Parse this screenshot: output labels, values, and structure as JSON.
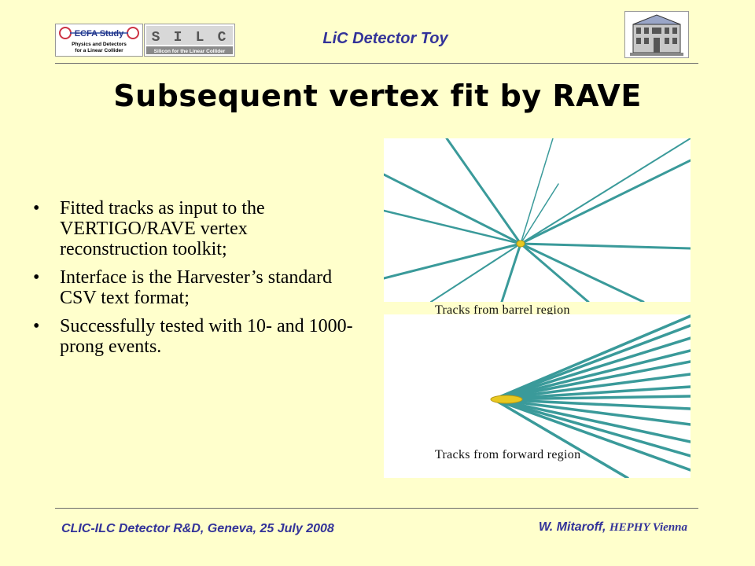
{
  "header": {
    "title": "LiC Detector Toy",
    "logo_ecfa": {
      "name": "ECFA Study",
      "subtitle_line1": "Physics and Detectors",
      "subtitle_line2": "for a Linear Collider"
    },
    "logo_silc": {
      "letters": [
        "S",
        "I",
        "L",
        "C"
      ],
      "subtitle": "Silicon for the Linear Collider"
    }
  },
  "slide": {
    "title": "Subsequent vertex fit by RAVE",
    "bullets": [
      {
        "text": "Fitted tracks as input to the VERTIGO/RAVE vertex reconstruction toolkit;"
      },
      {
        "text": "Interface is the Harvester’s standard CSV text format;"
      },
      {
        "text": "Successfully tested with 10- and 1000-prong events."
      }
    ],
    "bullet_glyph": "•",
    "images": {
      "barrel_caption": "Tracks from barrel region",
      "forward_caption": "Tracks from forward region"
    }
  },
  "footer": {
    "left": "CLIC-ILC Detector R&D, Geneva, 25 July 2008",
    "author": "W. Mitaroff,",
    "institute": "HEPHY Vienna"
  },
  "colors": {
    "background": "#ffffcc",
    "header_text": "#333399",
    "track": "#3a9a9a",
    "vertex": "#e8c820"
  }
}
